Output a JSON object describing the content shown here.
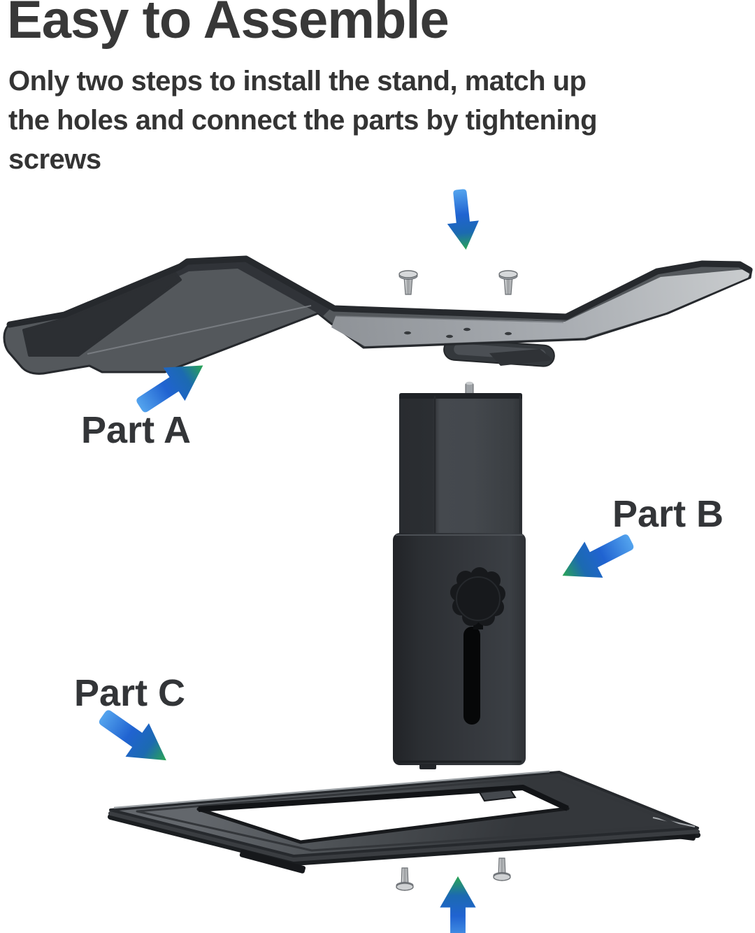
{
  "header": {
    "title": "Easy to Assemble",
    "subtitle_lines": [
      "Only two steps to install the stand, match up",
      "the holes and connect the parts by tightening",
      "screws"
    ]
  },
  "labels": {
    "part_a": "Part A",
    "part_b": "Part B",
    "part_c": "Part C"
  },
  "colors": {
    "text_dark": "#3a3a3a",
    "part_mid": "#54585c",
    "part_dark": "#303338",
    "part_light": "#a9adb2",
    "plate_gray": "#4a4e52",
    "knob_black": "#17191c",
    "slot_black": "#060708",
    "screw_silver": "#c0c3c6",
    "arrow_blue": "#2063d1",
    "arrow_light_blue": "#54a4ee",
    "arrow_green": "#2aa653"
  },
  "icons": {
    "top": "arrow-down-icon",
    "part_a": "arrow-up-right-icon",
    "part_b": "arrow-down-left-icon",
    "part_c": "arrow-down-right-icon",
    "bottom": "arrow-up-icon"
  }
}
